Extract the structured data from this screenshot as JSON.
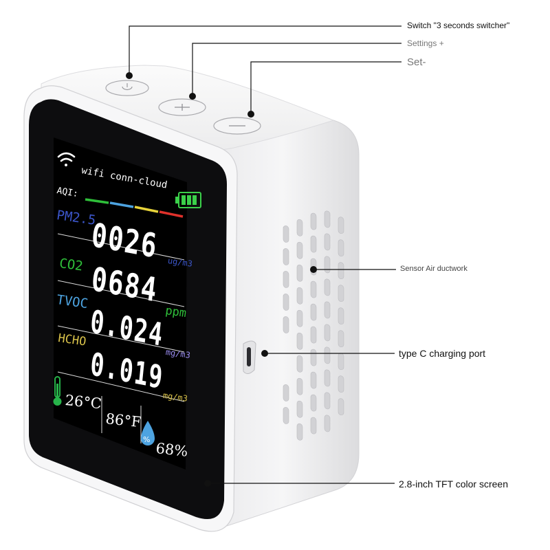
{
  "callouts": {
    "switch": "Switch \"3 seconds switcher\"",
    "settings_plus": "Settings +",
    "set_minus": "Set-",
    "sensor": "Sensor Air ductwork",
    "typec": "type C charging port",
    "screen": "2.8-inch TFT color screen"
  },
  "screen": {
    "wifi_status": "wifi conn-cloud",
    "aqi_label": "AQI:",
    "rows": [
      {
        "name": "PM2.5",
        "value": "0026",
        "unit": "ug/m3",
        "name_color": "#3b55c8",
        "unit_color": "#3b55c8"
      },
      {
        "name": "CO2",
        "value": "0684",
        "unit": "ppm",
        "name_color": "#2fbf3a",
        "unit_color": "#2fbf3a"
      },
      {
        "name": "TVOC",
        "value": "0.024",
        "unit": "mg/m3",
        "name_color": "#4da3e0",
        "unit_color": "#9a8cf0"
      },
      {
        "name": "HCHO",
        "value": "0.019",
        "unit": "mg/m3",
        "name_color": "#d9c24a",
        "unit_color": "#d9c24a"
      }
    ],
    "temp_c": "26°C",
    "temp_f": "86°F",
    "humidity": "68%"
  },
  "colors": {
    "aqi_green": "#2fbf3a",
    "aqi_blue": "#4da3e0",
    "aqi_yellow": "#e6d23a",
    "aqi_red": "#e0312b",
    "battery": "#3bd04a",
    "thermometer": "#27b34a",
    "droplet": "#4da3e0"
  },
  "icons": [
    "power-icon",
    "plus-icon",
    "minus-icon",
    "wifi-icon",
    "battery-icon",
    "thermometer-icon",
    "droplet-icon"
  ]
}
